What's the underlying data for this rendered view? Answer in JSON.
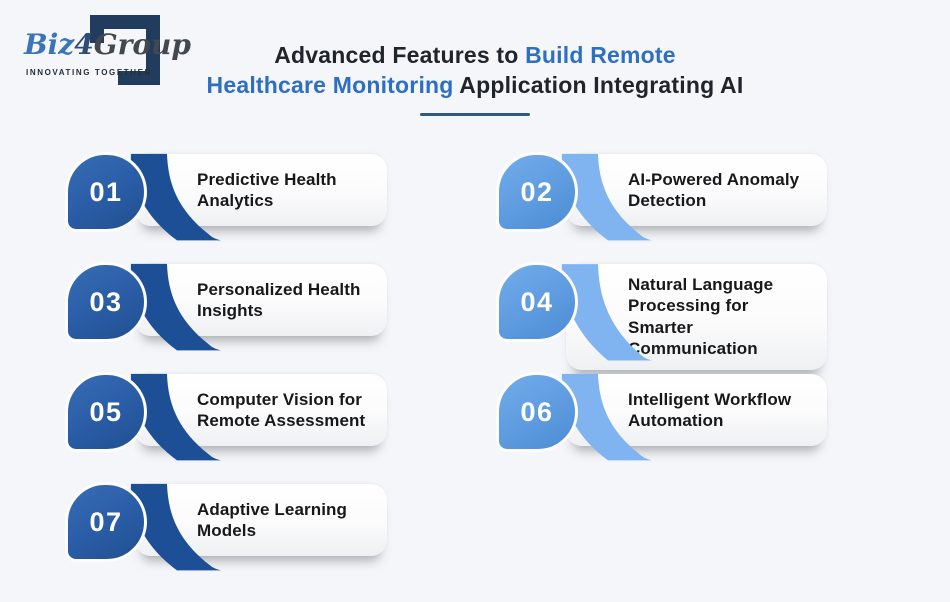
{
  "logo": {
    "brand_biz": "Biz",
    "brand_four": "4",
    "brand_group": "Group",
    "tagline": "INNOVATING TOGETHER"
  },
  "title": {
    "segment1": "Advanced Features to ",
    "segment2_accent": "Build Remote",
    "segment3_accent": "Healthcare Monitoring",
    "segment4": " Application Integrating AI"
  },
  "features": [
    {
      "number": "01",
      "label": "Predictive Health Analytics",
      "column": "left",
      "theme": "dark"
    },
    {
      "number": "02",
      "label": "AI-Powered Anomaly Detection",
      "column": "right",
      "theme": "light"
    },
    {
      "number": "03",
      "label": "Personalized Health Insights",
      "column": "left",
      "theme": "dark"
    },
    {
      "number": "04",
      "label": "Natural Language Processing for Smarter Communication",
      "column": "right",
      "theme": "light"
    },
    {
      "number": "05",
      "label": "Computer Vision for Remote Assessment",
      "column": "left",
      "theme": "dark"
    },
    {
      "number": "06",
      "label": "Intelligent Workflow Automation",
      "column": "right",
      "theme": "light"
    },
    {
      "number": "07",
      "label": "Adaptive Learning Models",
      "column": "left",
      "theme": "dark"
    }
  ],
  "colors": {
    "background": "#f4f6f9",
    "title_dark": "#20242b",
    "title_accent_blue": "#2e6fc1",
    "title_underline": "#2d5a83",
    "dark_badge_blue": "#2a5ca6",
    "dark_ribbon_blue": "#1d4f97",
    "light_badge_blue": "#5e9bdf",
    "light_ribbon_blue": "#80b4f0",
    "bar_background": "#ffffff",
    "bar_text": "#17181a",
    "badge_number_text": "#ffffff",
    "logo_bracket_navy": "#223c5e",
    "logo_biz_blue": "#3c74ba",
    "logo_group_gray": "#42484f"
  }
}
